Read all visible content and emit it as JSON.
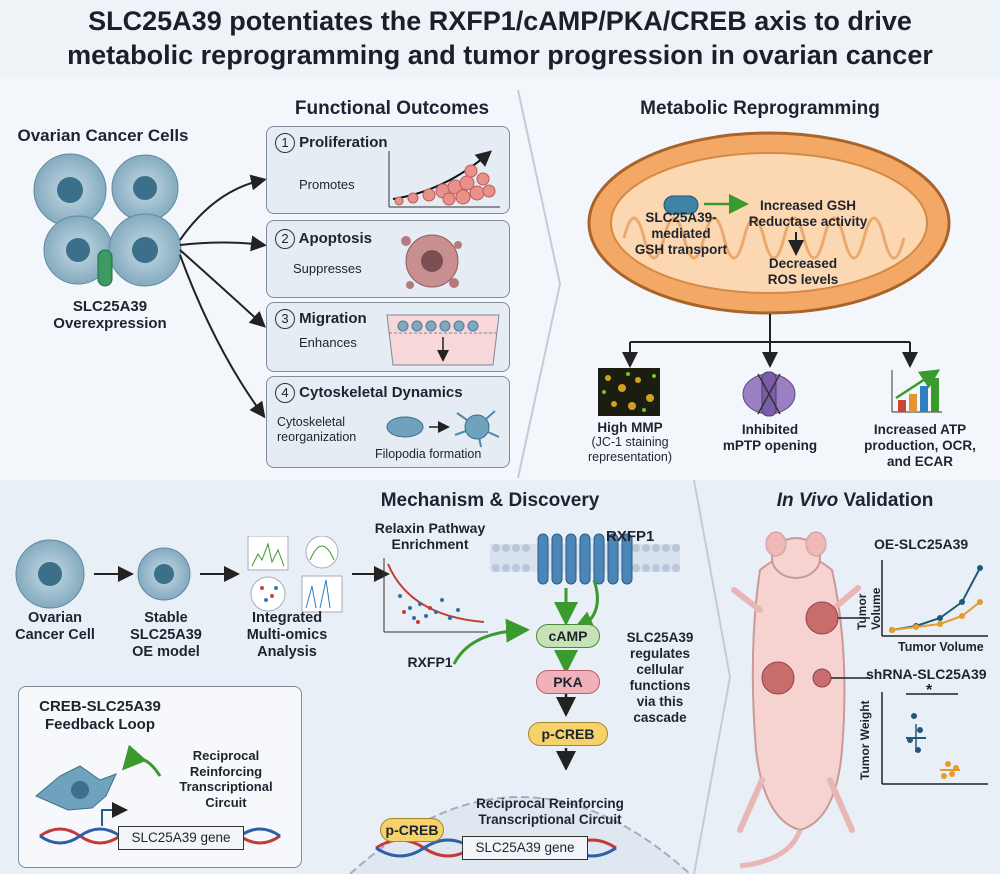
{
  "title": {
    "line1": "SLC25A39 potentiates the RXFP1/cAMP/PKA/CREB axis to drive",
    "line2": "metabolic reprogramming and tumor progression in ovarian cancer"
  },
  "left": {
    "heading": "Ovarian Cancer Cells",
    "overexp_line1": "SLC25A39",
    "overexp_line2": "Overexpression"
  },
  "functional": {
    "heading": "Functional Outcomes",
    "items": [
      {
        "num": "1",
        "title": "Proliferation",
        "sub": "Promotes"
      },
      {
        "num": "2",
        "title": "Apoptosis",
        "sub": "Suppresses"
      },
      {
        "num": "3",
        "title": "Migration",
        "sub": "Enhances"
      },
      {
        "num": "4",
        "title": "Cytoskeletal Dynamics",
        "sub1": "Cytoskeletal",
        "sub2": "reorganization",
        "sub3": "Filopodia formation"
      }
    ]
  },
  "metabolic": {
    "heading": "Metabolic Reprogramming",
    "transport1": "SLC25A39-",
    "transport2": "mediated",
    "transport3": "GSH transport",
    "gsh1": "Increased GSH",
    "gsh2": "Reductase activity",
    "ros1": "Decreased",
    "ros2": "ROS levels",
    "outcomes": [
      {
        "l1": "High MMP",
        "l2": "(JC-1 staining",
        "l3": "representation)"
      },
      {
        "l1": "Inhibited",
        "l2": "mPTP opening",
        "l3": ""
      },
      {
        "l1": "Increased ATP",
        "l2": "production, OCR,",
        "l3": "and ECAR"
      }
    ]
  },
  "mechanism": {
    "heading": "Mechanism & Discovery",
    "steps": [
      {
        "l1": "Ovarian",
        "l2": "Cancer Cell",
        "l3": ""
      },
      {
        "l1": "Stable",
        "l2": "SLC25A39",
        "l3": "OE model"
      },
      {
        "l1": "Integrated",
        "l2": "Multi-omics",
        "l3": "Analysis"
      }
    ],
    "relaxin1": "Relaxin Pathway",
    "relaxin2": "Enrichment",
    "rxfp1_receptor": "RXFP1",
    "rxfp1_gene": "RXFP1",
    "camp": "cAMP",
    "pka": "PKA",
    "pcreb": "p-CREB",
    "cascade1": "SLC25A39",
    "cascade2": "regulates",
    "cascade3": "cellular functions",
    "cascade4": "via this",
    "cascade5": "cascade",
    "nucleus_pcreb": "p-CREB",
    "circuit1": "Reciprocal Reinforcing",
    "circuit2": "Transcriptional Circuit",
    "gene": "SLC25A39 gene"
  },
  "feedback": {
    "title1": "CREB-SLC25A39",
    "title2": "Feedback Loop",
    "c1": "Reciprocal",
    "c2": "Reinforcing",
    "c3": "Transcriptional",
    "c4": "Circuit",
    "gene": "SLC25A39 gene"
  },
  "invivo": {
    "heading_italic": "In Vivo",
    "heading_rest": " Validation",
    "oe_label": "OE-SLC25A39",
    "sh_label": "shRNA-SLC25A39",
    "volume_ylabel": "Tumor Volume",
    "volume_xlabel": "Tumor Volume",
    "weight_ylabel": "Tumor Weight",
    "sig": "*"
  },
  "colors": {
    "arrow_green": "#3a9a2e",
    "mito_orange": "#f3a866",
    "oe_line": "#1f5b78",
    "sh_line": "#e79b2c"
  }
}
